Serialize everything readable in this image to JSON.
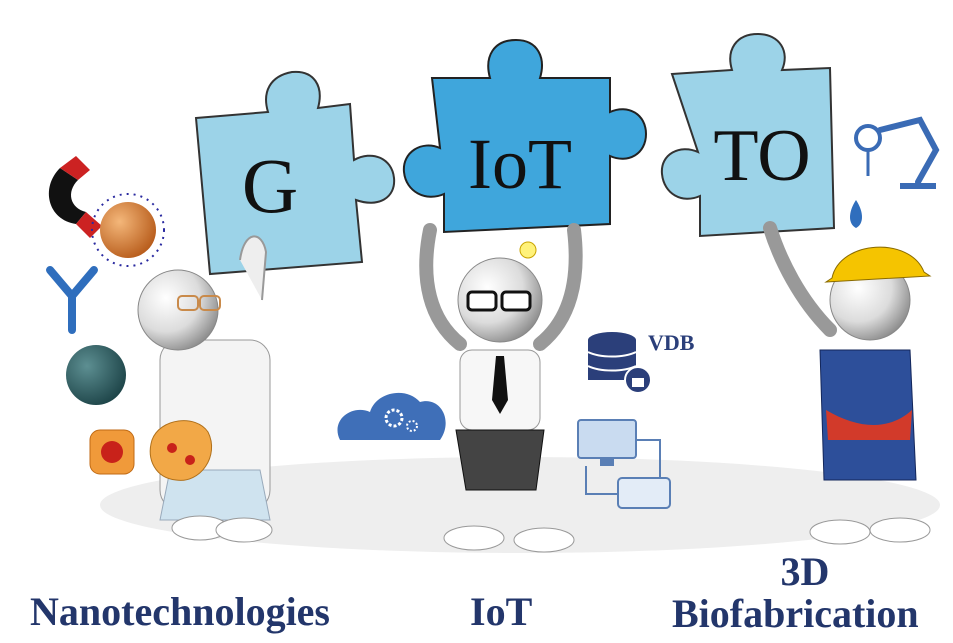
{
  "pieces": {
    "left": "G",
    "center": "IoT",
    "right": "TO"
  },
  "icons": {
    "database_label": "VDB"
  },
  "labels": {
    "nanotech": "Nanotechnologies",
    "iot": "IoT",
    "bio_line1": "3D",
    "bio_line2": "Biofabrication"
  },
  "colors": {
    "piece_light": "#9cd3e8",
    "piece_center": "#3fa6dc",
    "label_navy": "#23366b",
    "helmet": "#f5c400",
    "overalls": "#2d4f9a"
  }
}
